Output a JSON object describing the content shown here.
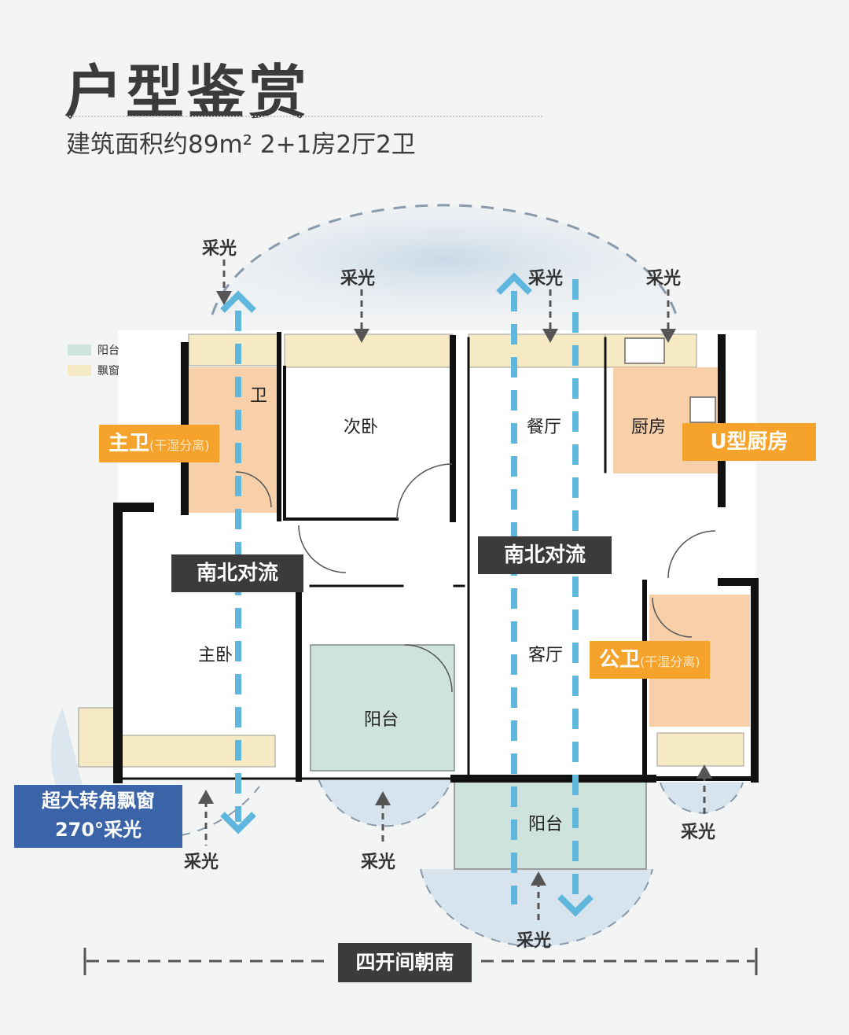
{
  "header": {
    "title": "户型鉴赏",
    "subtitle": "建筑面积约89m²  2+1房2厅2卫"
  },
  "legend": [
    {
      "label": "阳台",
      "color": "#cfe3dd"
    },
    {
      "label": "飘窗",
      "color": "#f6eac4"
    }
  ],
  "rooms": {
    "second_bedroom": "次卧",
    "dining_room": "餐厅",
    "kitchen": "厨房",
    "master_bathroom": "卫",
    "master_bedroom": "主卧",
    "living_room": "客厅",
    "balcony_inner": "阳台",
    "balcony_outer": "阳台"
  },
  "tags": {
    "master_bath": {
      "main": "主卫",
      "sub": "(干湿分离)"
    },
    "kitchen": "U型厨房",
    "public_bath": {
      "main": "公卫",
      "sub": "(干湿分离)"
    },
    "convection_left": "南北对流",
    "convection_right": "南北对流",
    "bay_window_line1": "超大转角飘窗",
    "bay_window_line2": "270°采光",
    "orientation": "四开间朝南"
  },
  "lighting": {
    "label": "采光",
    "count": 8
  },
  "colors": {
    "orange": "#f5a32a",
    "dark": "#3b3b3b",
    "blue_tag": "#3a63a8",
    "balcony": "#cfe3dd",
    "bay_window": "#f6eac4",
    "wet_room": "#f6c79a",
    "flow_arrow": "#5fb7de"
  }
}
